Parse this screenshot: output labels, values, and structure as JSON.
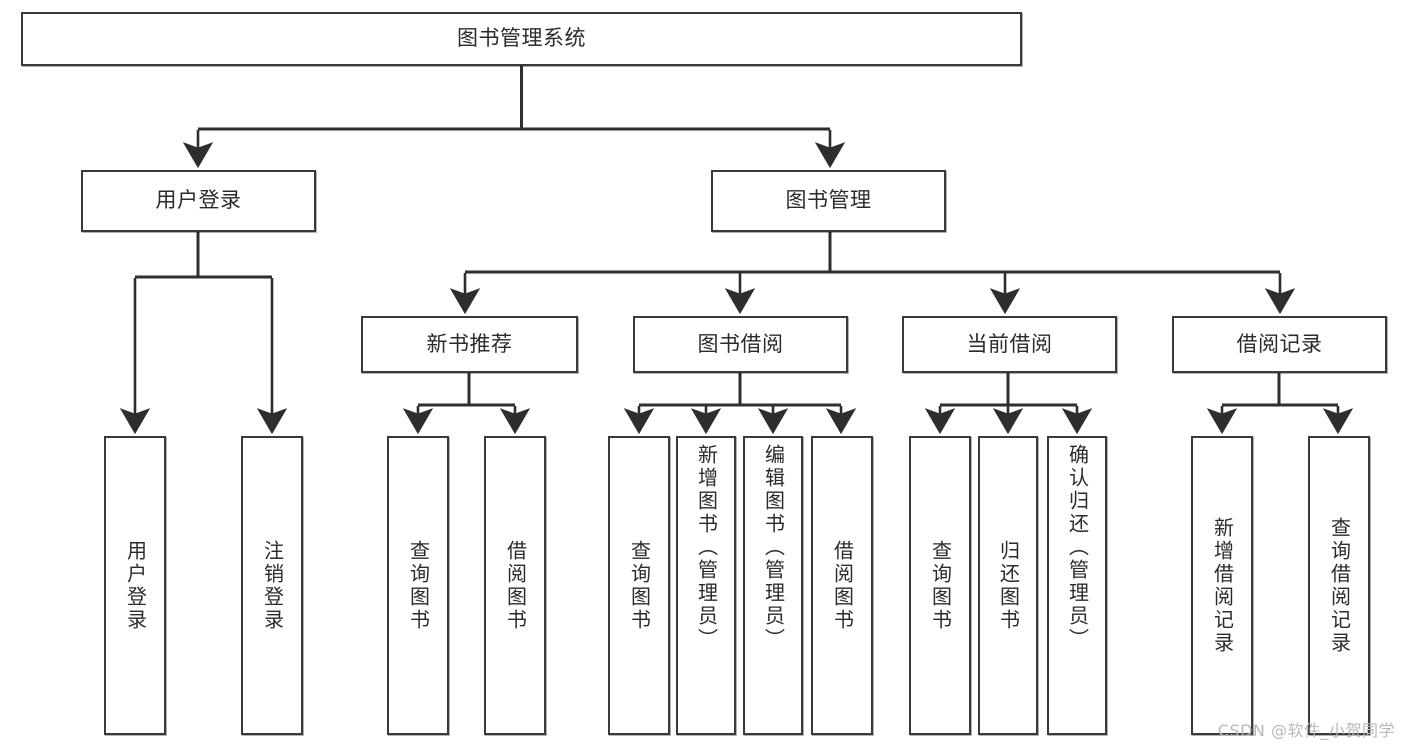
{
  "diagram": {
    "type": "tree",
    "title": "图书管理系统",
    "watermark": "CSDN @软件_小贺同学",
    "colors": {
      "box_border": "#3a3a3a",
      "box_fill": "#ffffff",
      "connector": "#2e2e2e",
      "text": "#2b2b2b",
      "watermark": "#b9b9b9",
      "background": "#ffffff"
    },
    "levels": {
      "root": {
        "label": "图书管理系统"
      },
      "level1": [
        {
          "id": "user-login",
          "label": "用户登录"
        },
        {
          "id": "book-management",
          "label": "图书管理"
        }
      ],
      "level2": [
        {
          "id": "new-book-recommend",
          "label": "新书推荐",
          "parent": "book-management"
        },
        {
          "id": "book-borrow",
          "label": "图书借阅",
          "parent": "book-management"
        },
        {
          "id": "current-borrow",
          "label": "当前借阅",
          "parent": "book-management"
        },
        {
          "id": "borrow-record",
          "label": "借阅记录",
          "parent": "book-management"
        }
      ],
      "leaves": {
        "user-login": [
          {
            "id": "leaf-user-login",
            "label": "用户登录"
          },
          {
            "id": "leaf-logout-login",
            "label": "注销登录"
          }
        ],
        "new-book-recommend": [
          {
            "id": "leaf-query-book-1",
            "label": "查询图书"
          },
          {
            "id": "leaf-borrow-book-1",
            "label": "借阅图书"
          }
        ],
        "book-borrow": [
          {
            "id": "leaf-query-book-2",
            "label": "查询图书"
          },
          {
            "id": "leaf-add-book",
            "label": "新增图书（管理员）"
          },
          {
            "id": "leaf-edit-book",
            "label": "编辑图书（管理员）"
          },
          {
            "id": "leaf-borrow-book-2",
            "label": "借阅图书"
          }
        ],
        "current-borrow": [
          {
            "id": "leaf-query-book-3",
            "label": "查询图书"
          },
          {
            "id": "leaf-return-book",
            "label": "归还图书"
          },
          {
            "id": "leaf-confirm-return",
            "label": "确认归还（管理员）"
          }
        ],
        "borrow-record": [
          {
            "id": "leaf-add-record",
            "label": "新增借阅记录"
          },
          {
            "id": "leaf-query-record",
            "label": "查询借阅记录"
          }
        ]
      }
    }
  }
}
